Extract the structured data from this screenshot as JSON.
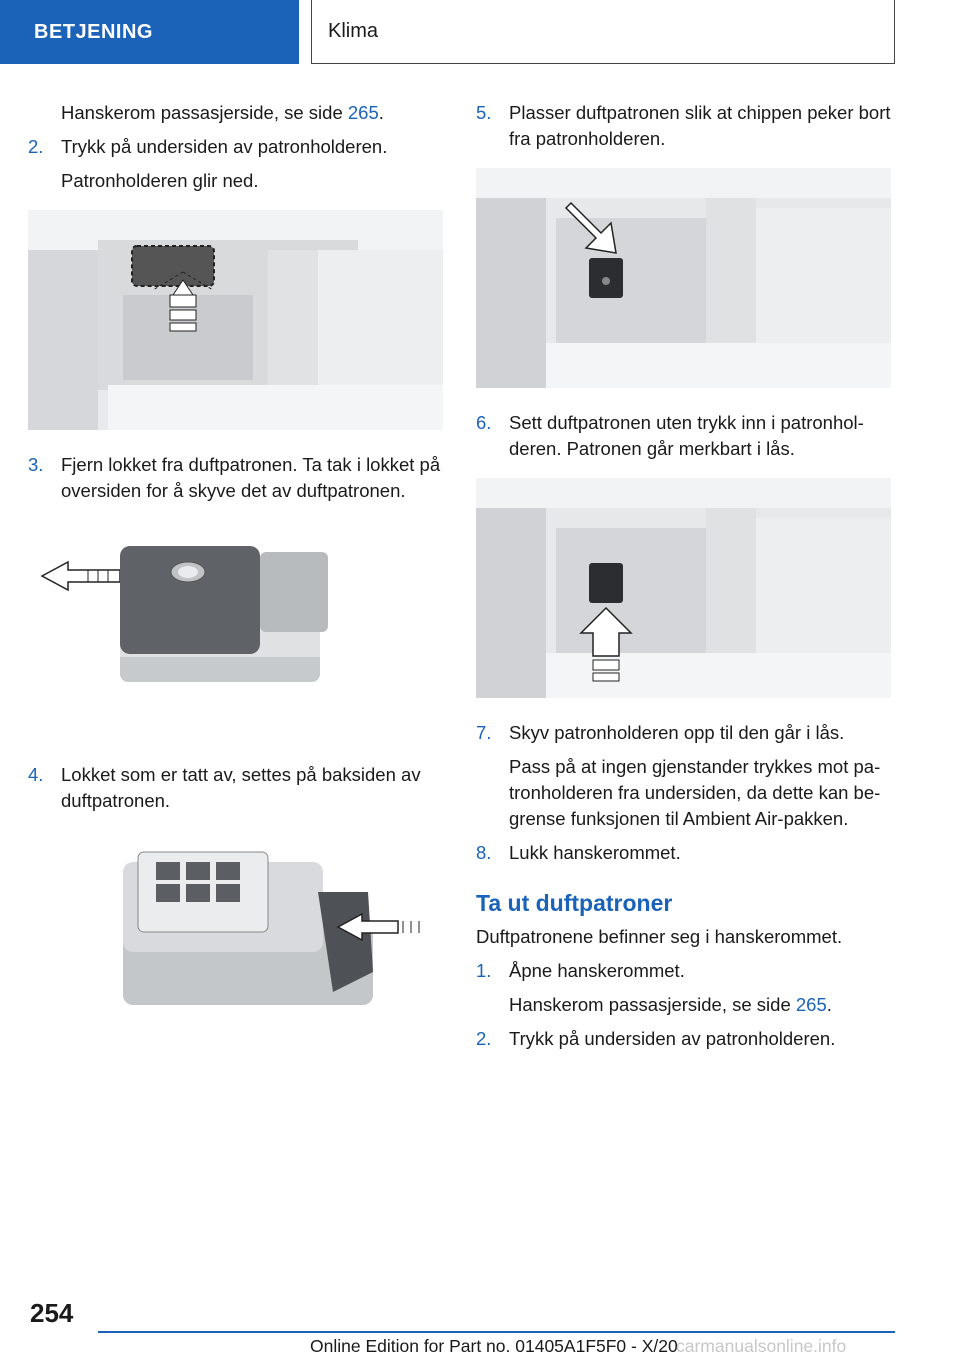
{
  "header": {
    "section": "BETJENING",
    "chapter": "Klima"
  },
  "left": {
    "intro_text": "Hanskerom passasjerside, se side ",
    "intro_link": "265",
    "intro_end": ".",
    "step2_num": "2.",
    "step2_text": "Trykk på undersiden av patronholderen.",
    "step2_result": "Patronholderen glir ned.",
    "step3_num": "3.",
    "step3_text": "Fjern lokket fra duftpatronen. Ta tak i lokket på oversiden for å skyve det av duftpatronen.",
    "step4_num": "4.",
    "step4_text": "Lokket som er tatt av, settes på baksiden av duftpatronen."
  },
  "right": {
    "step5_num": "5.",
    "step5_text": "Plasser duftpatronen slik at chippen peker bort fra patronholderen.",
    "step6_num": "6.",
    "step6_text": "Sett duftpatronen uten trykk inn i patronhol­deren. Patronen går merkbart i lås.",
    "step7_num": "7.",
    "step7_text": "Skyv patronholderen opp til den går i lås.",
    "step7_note": "Pass på at ingen gjenstander trykkes mot pa­tronholderen fra undersiden, da dette kan be­grense funksjonen til Ambient Air-pakken.",
    "step8_num": "8.",
    "step8_text": "Lukk hanskerommet.",
    "heading": "Ta ut duftpatroner",
    "heading_intro": "Duftpatronene befinner seg i hanskerommet.",
    "sub1_num": "1.",
    "sub1_text": "Åpne hanskerommet.",
    "sub1_note_text": "Hanskerom passasjerside, se side ",
    "sub1_note_link": "265",
    "sub1_note_end": ".",
    "sub2_num": "2.",
    "sub2_text": "Trykk på undersiden av patronholderen."
  },
  "footer": {
    "page_number": "254",
    "edition_text": "Online Edition for Part no. 01405A1F5F0 - X/20",
    "watermark": "carmanualsonline.info"
  },
  "colors": {
    "accent": "#1a63b8"
  }
}
